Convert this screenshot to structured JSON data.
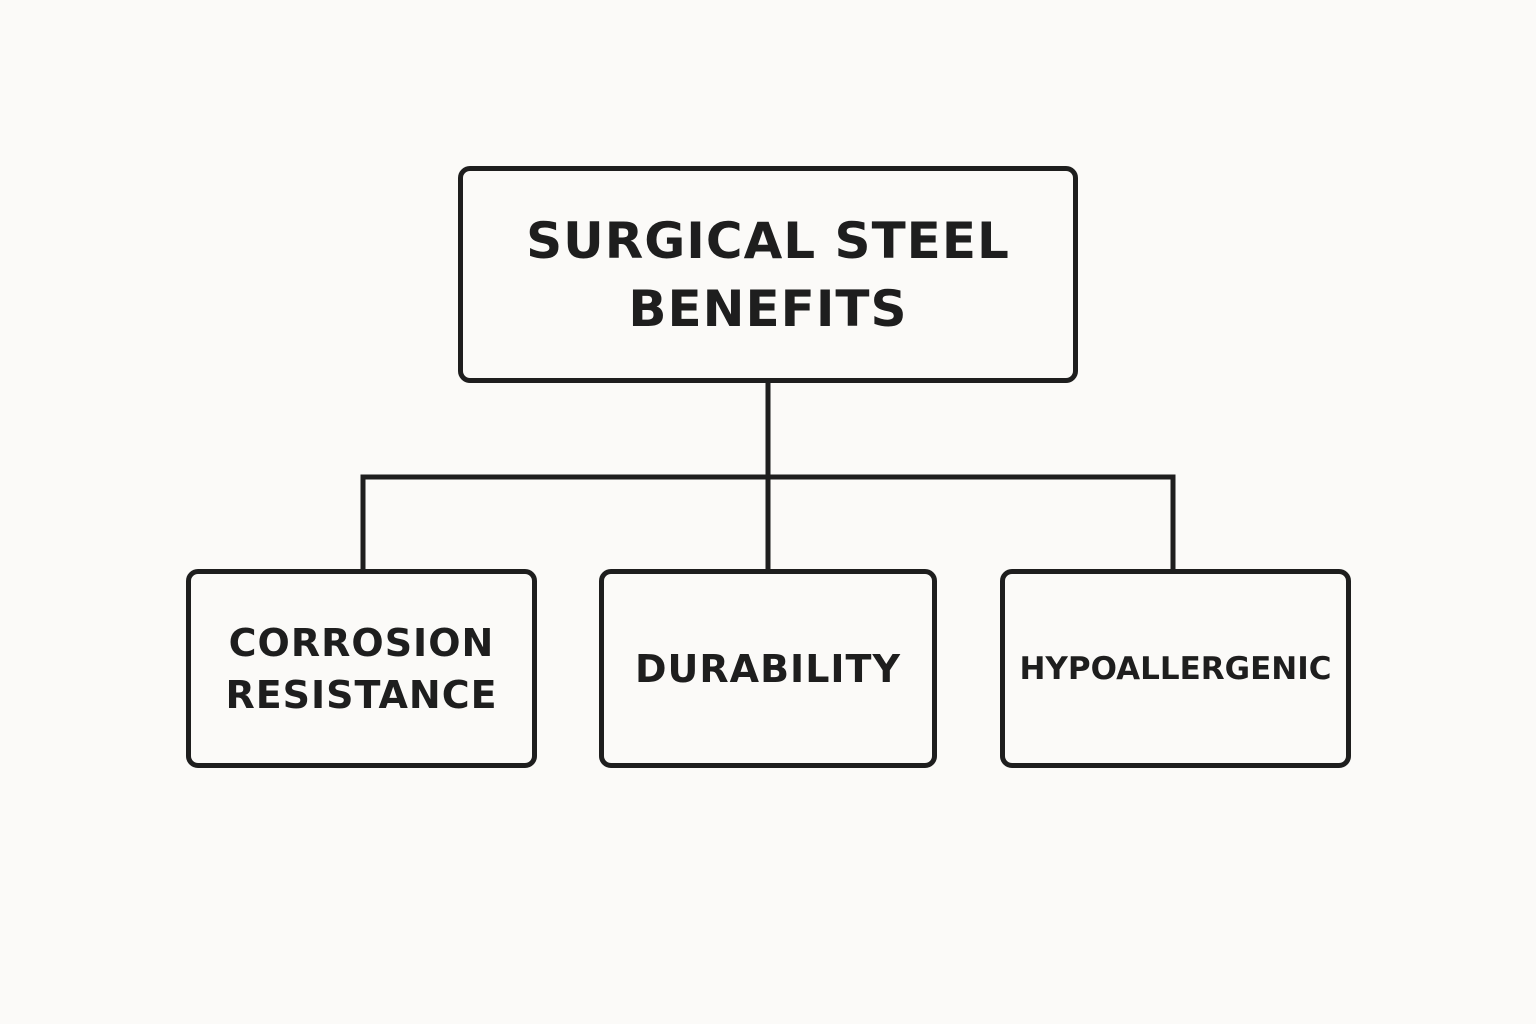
{
  "diagram": {
    "root": {
      "label": "SURGICAL STEEL\nBENEFITS"
    },
    "children": [
      {
        "label": "CORROSION\nRESISTANCE"
      },
      {
        "label": "DURABILITY"
      },
      {
        "label": "HYPOALLERGENIC"
      }
    ]
  },
  "colors": {
    "background": "#fbfaf8",
    "stroke": "#1e1e1e",
    "text": "#1e1e1e"
  }
}
